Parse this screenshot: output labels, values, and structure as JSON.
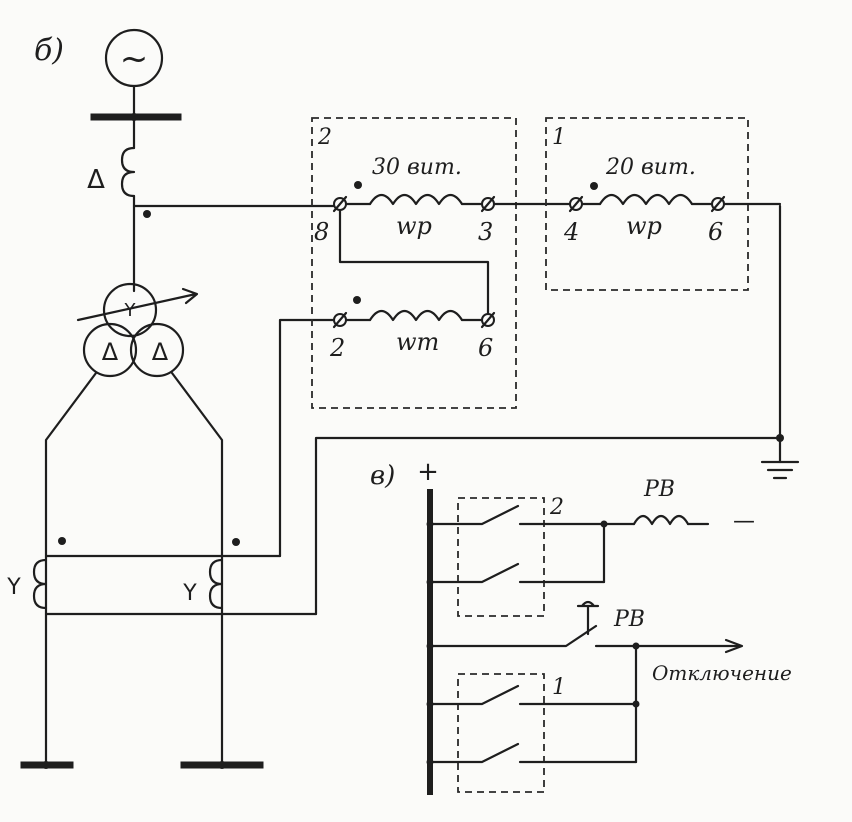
{
  "labels": {
    "panel_b": "б)",
    "panel_v": "в)",
    "delta_top": "Δ",
    "relay2_num": "2",
    "relay1_num": "1",
    "relay2_turns": "30 вит.",
    "relay1_turns": "20 вит.",
    "wp_a": "wр",
    "wp_b": "wр",
    "wt": "wт",
    "t8": "8",
    "t3": "3",
    "t2": "2",
    "t6a": "6",
    "t4": "4",
    "t6b": "6",
    "plus": "+",
    "minus": "—",
    "pb1": "РВ",
    "pb2": "РВ",
    "contact2": "2",
    "contact1": "1",
    "trip": "Отключение",
    "gen_symbol": "~",
    "tr_y": "Y",
    "tr_d1": "Δ",
    "tr_d2": "Δ",
    "ct_y_left": "Y",
    "ct_y_right": "Y"
  }
}
